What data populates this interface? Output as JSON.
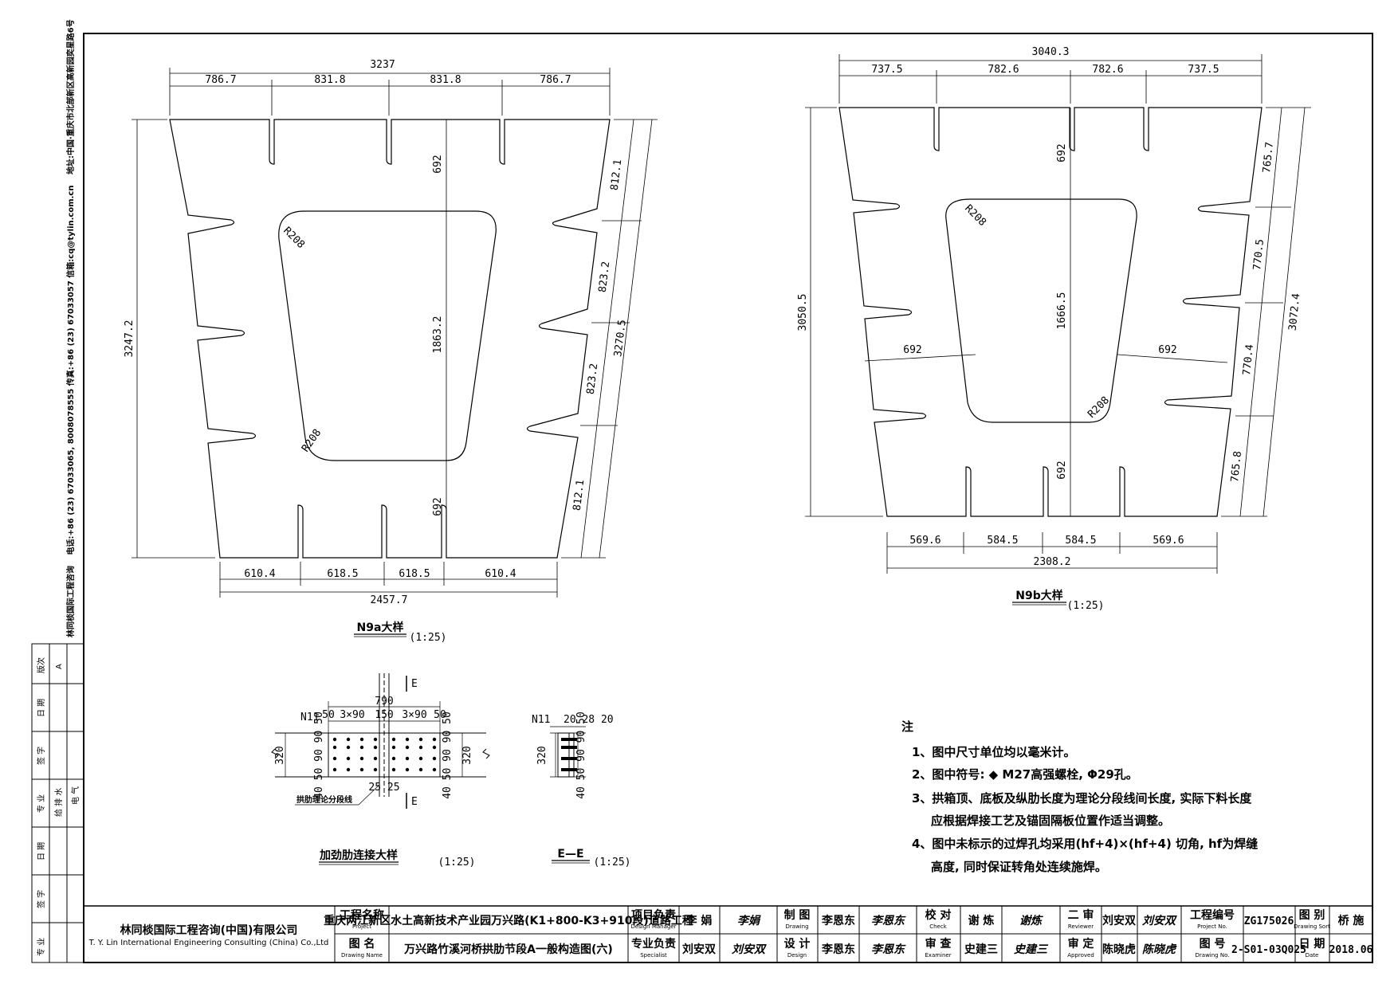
{
  "address_strip": {
    "company": "林同棪国际工程咨询",
    "contact": "电话:+86 (23) 67033065, 8008078555 传真:+86 (23) 67033057 信箱:cq@tylin.com.cn",
    "address": "地址:中国·重庆市北部新区高新园奕星路6号"
  },
  "revision_strip": {
    "rev_label": "版次",
    "rev_value": "A",
    "date_label": "日 期",
    "sign_label": "签 字",
    "spec_label": "专 业",
    "spec_values": [
      "给 排 水",
      "电 气"
    ]
  },
  "n9a": {
    "label": "N9a大样",
    "scale": "(1:25)",
    "top_total": "3237",
    "top_segments": [
      "786.7",
      "831.8",
      "831.8",
      "786.7"
    ],
    "bottom_segments": [
      "610.4",
      "618.5",
      "618.5",
      "610.4"
    ],
    "bottom_total": "2457.7",
    "left_height": "3247.2",
    "right_segments": [
      "812.1",
      "823.2",
      "823.2",
      "812.1"
    ],
    "right_total": "3270.5",
    "center_top": "692",
    "center_mid": "1863.2",
    "center_bottom": "692",
    "radius_label": "R208"
  },
  "n9b": {
    "label": "N9b大样",
    "scale": "(1:25)",
    "top_total": "3040.3",
    "top_segments": [
      "737.5",
      "782.6",
      "782.6",
      "737.5"
    ],
    "bottom_segments": [
      "569.6",
      "584.5",
      "584.5",
      "569.6"
    ],
    "bottom_total": "2308.2",
    "left_height": "3050.5",
    "right_segments": [
      "765.7",
      "770.5",
      "770.4",
      "765.8"
    ],
    "right_total": "3072.4",
    "center_top": "692",
    "center_mid": "1666.5",
    "center_bottom": "692",
    "side_dim": "692",
    "radius_label": "R208"
  },
  "rib_detail": {
    "label": "加劲肋连接大样",
    "scale": "(1:25)",
    "section_mark": "E",
    "width": "790",
    "edge": "50",
    "bolt_spacing": "3×90",
    "gap": "150",
    "height": "320",
    "v_spacing": "40 50 90 90 50",
    "part": "N11",
    "bottom_gap": "25 25",
    "callout": "拱肋理论分段线"
  },
  "section_ee": {
    "label": "E—E",
    "scale": "(1:25)",
    "part": "N11",
    "dims": "20 28 20",
    "height": "320"
  },
  "notes": {
    "title": "注",
    "items": [
      "1、图中尺寸单位均以毫米计。",
      "2、图中符号: ◆ M27高强螺栓, Φ29孔。",
      "3、拱箱顶、底板及纵肋长度为理论分段线间长度, 实际下料长度",
      "应根据焊接工艺及锚固隔板位置作适当调整。",
      "4、图中未标示的过焊孔均采用(hf+4)×(hf+4) 切角, hf为焊缝",
      "高度, 同时保证转角处连续施焊。"
    ]
  },
  "title_block": {
    "company_cn": "林同棪国际工程咨询(中国)有限公司",
    "company_en": "T. Y. Lin International Engineering Consulting (China) Co.,Ltd",
    "project_label": "工程名称",
    "project_label_en": "Project",
    "project_name": "重庆两江新区水土高新技术产业园万兴路(K1+800-K3+910段)道路工程",
    "drawing_label": "图 名",
    "drawing_label_en": "Drawing Name",
    "drawing_name": "万兴路竹溪河桥拱肋节段A一般构造图(六)",
    "roles": [
      {
        "label": "项目负责",
        "en": "Design Manager",
        "name": "李 娟",
        "sign": "李娟"
      },
      {
        "label": "专业负责",
        "en": "Specialist",
        "name": "刘安双",
        "sign": "刘安双"
      },
      {
        "label": "制 图",
        "en": "Drawing",
        "name": "李恩东",
        "sign": "李恩东"
      },
      {
        "label": "设 计",
        "en": "Design",
        "name": "李恩东",
        "sign": "李恩东"
      },
      {
        "label": "校 对",
        "en": "Check",
        "name": "谢 炼",
        "sign": "谢炼"
      },
      {
        "label": "审 查",
        "en": "Examiner",
        "name": "史建三",
        "sign": "史建三"
      },
      {
        "label": "二 审",
        "en": "Reviewer",
        "name": "刘安双",
        "sign": "刘安双"
      },
      {
        "label": "审 定",
        "en": "Approved",
        "name": "陈晓虎",
        "sign": "陈晓虎"
      }
    ],
    "project_no_label": "工程编号",
    "project_no_en": "Project No.",
    "project_no": "ZG175026",
    "drawing_no_label": "图 号",
    "drawing_no_en": "Drawing No.",
    "drawing_no": "2-S01-03Q025",
    "sort_label": "图 别",
    "sort_en": "Drawing Sort",
    "sort_value": "桥 施",
    "date_label": "日 期",
    "date_en": "Date",
    "date_value": "2018.06"
  }
}
